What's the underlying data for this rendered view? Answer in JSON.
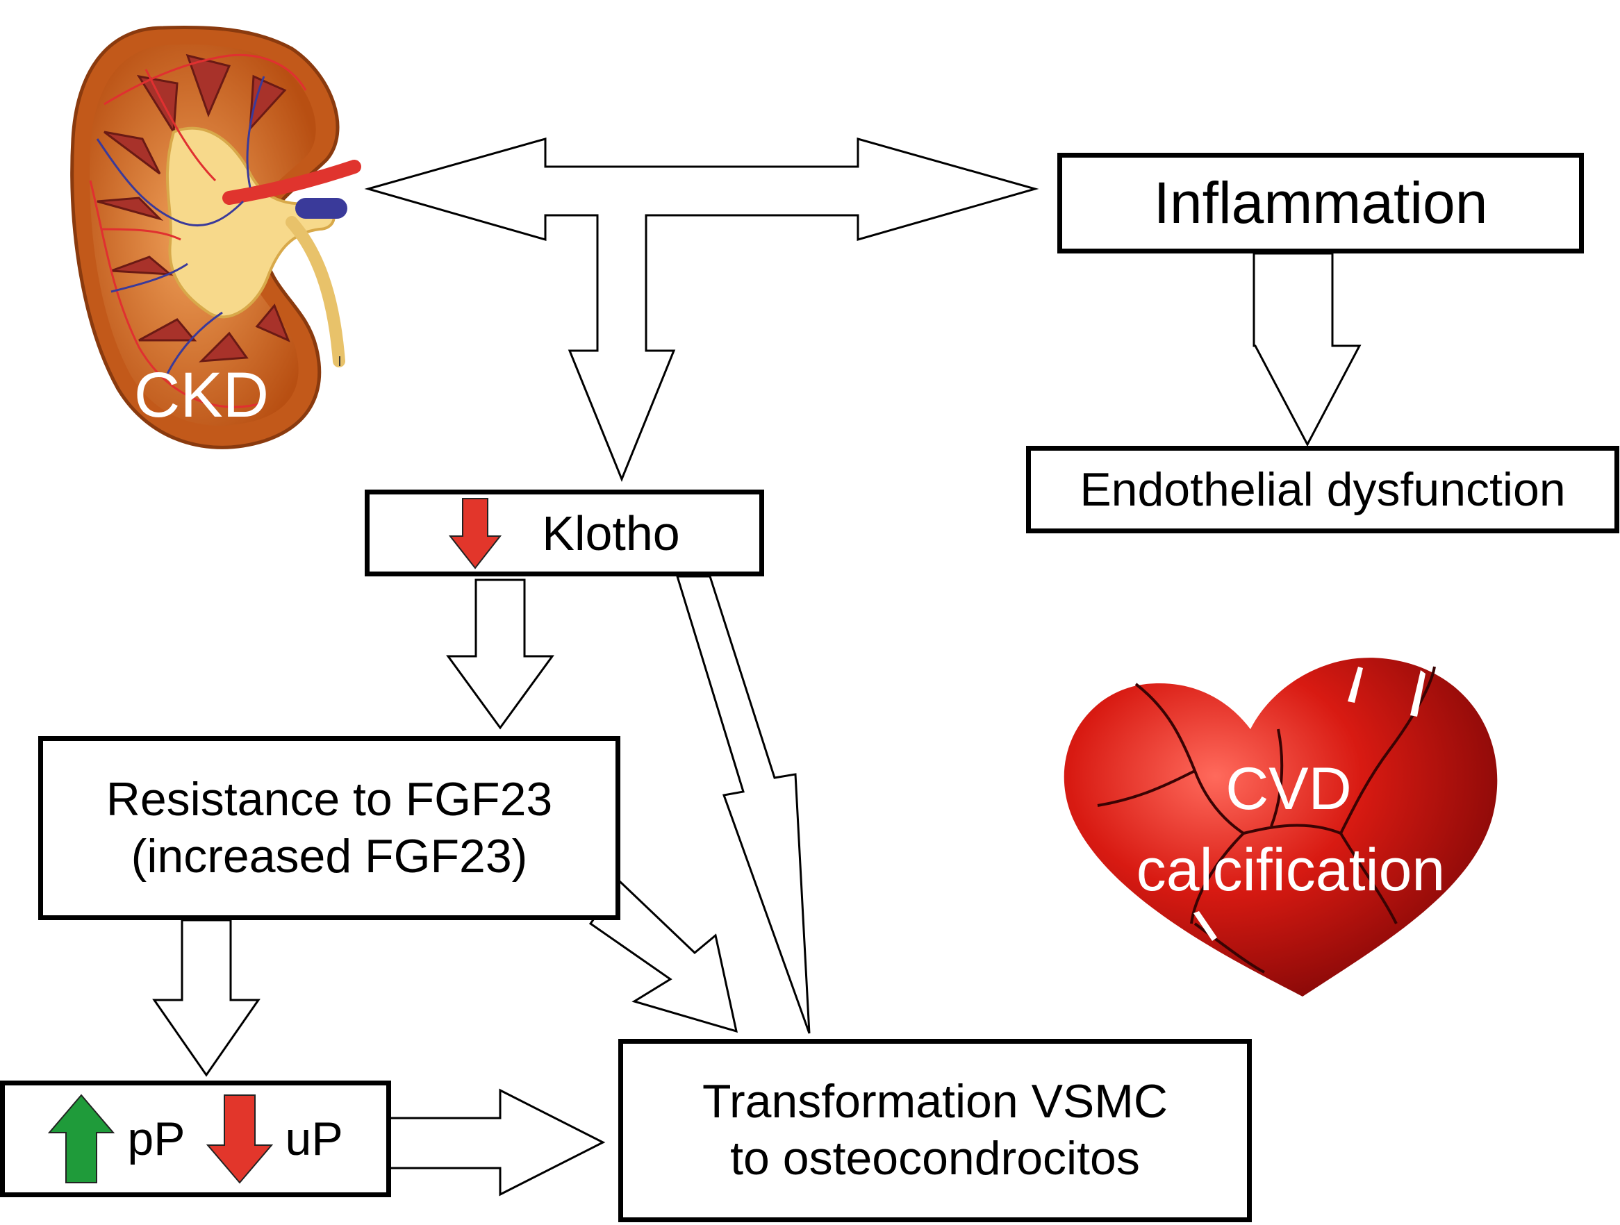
{
  "labels": {
    "ckd": "CKD",
    "inflammation": "Inflammation",
    "endothelial": "Endothelial dysfunction",
    "klotho": "Klotho",
    "resistance_line1": "Resistance to FGF23",
    "resistance_line2": "(increased FGF23)",
    "pp": "pP",
    "up": "uP",
    "vsmc_line1": "Transformation VSMC",
    "vsmc_line2": "to osteocondrocitos",
    "cvd_line1": "CVD",
    "cvd_line2": "calcification"
  },
  "icons": {
    "kidney": "kidney-illustration",
    "heart": "broken-heart-illustration",
    "klotho_indicator": "down-arrow-icon",
    "pp_indicator": "up-arrow-icon",
    "up_indicator": "down-arrow-icon"
  },
  "colors": {
    "increase_arrow": "#1f9b3a",
    "decrease_arrow": "#e2362b",
    "kidney_cortex": "#d8681e",
    "kidney_pelvis": "#f7d98b",
    "kidney_pyramid": "#a8322a",
    "heart": "#c8100e"
  }
}
